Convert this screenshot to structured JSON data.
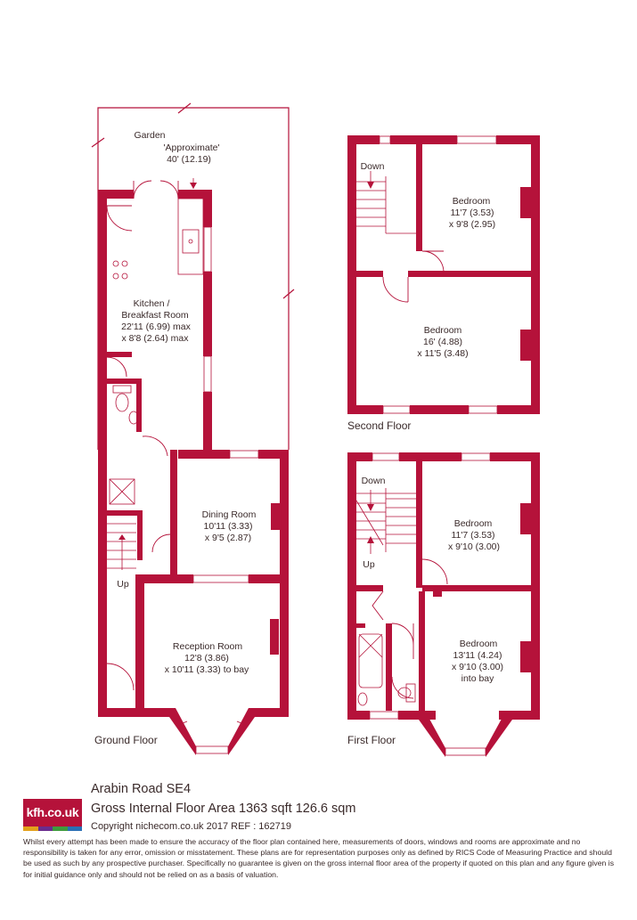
{
  "rooms": {
    "garden": {
      "name": "Garden",
      "note": "'Approximate'",
      "dims": "40' (12.19)"
    },
    "kitchen": {
      "name1": "Kitchen /",
      "name2": "Breakfast Room",
      "dims1": "22'11 (6.99) max",
      "dims2": "x 8'8 (2.64) max"
    },
    "dining": {
      "name": "Dining Room",
      "dims1": "10'11 (3.33)",
      "dims2": "x 9'5 (2.87)"
    },
    "reception": {
      "name": "Reception Room",
      "dims1": "12'8 (3.86)",
      "dims2": "x 10'11 (3.33) to bay"
    },
    "second_bed_1": {
      "name": "Bedroom",
      "dims1": "11'7 (3.53)",
      "dims2": "x 9'8 (2.95)"
    },
    "second_bed_2": {
      "name": "Bedroom",
      "dims1": "16' (4.88)",
      "dims2": "x 11'5 (3.48)"
    },
    "first_bed_1": {
      "name": "Bedroom",
      "dims1": "11'7 (3.53)",
      "dims2": "x 9'10 (3.00)"
    },
    "first_bed_2": {
      "name": "Bedroom",
      "dims1": "13'11 (4.24)",
      "dims2": "x 9'10 (3.00)",
      "dims3": "into bay"
    }
  },
  "stairs": {
    "down": "Down",
    "up": "Up"
  },
  "floors": {
    "ground": "Ground Floor",
    "first": "First Floor",
    "second": "Second Floor"
  },
  "footer": {
    "logo": "kfh.co.uk",
    "address": "Arabin Road  SE4",
    "area": "Gross Internal Floor Area 1363 sqft 126.6 sqm",
    "copyright": "Copyright nichecom.co.uk 2017 REF : 162719",
    "disclaimer": "Whilst every attempt has been made to ensure the accuracy of the floor plan contained here, measurements of doors, windows and rooms are approximate and no responsibility is taken for any error, omission or misstatement. These plans are for representation purposes only as defined by RICS Code of Measuring Practice and should be used as such by any prospective purchaser. Specifically no guarantee is given on the gross internal floor area of the property if quoted on this plan and any figure given is for initial guidance only and should not be relied on as a basis of valuation."
  },
  "colors": {
    "wall": "#b5123a",
    "text": "#3a2a2a",
    "logo_stripes": [
      "#e3a11b",
      "#6a2c8e",
      "#3f9b3d",
      "#2a6fb5"
    ]
  }
}
